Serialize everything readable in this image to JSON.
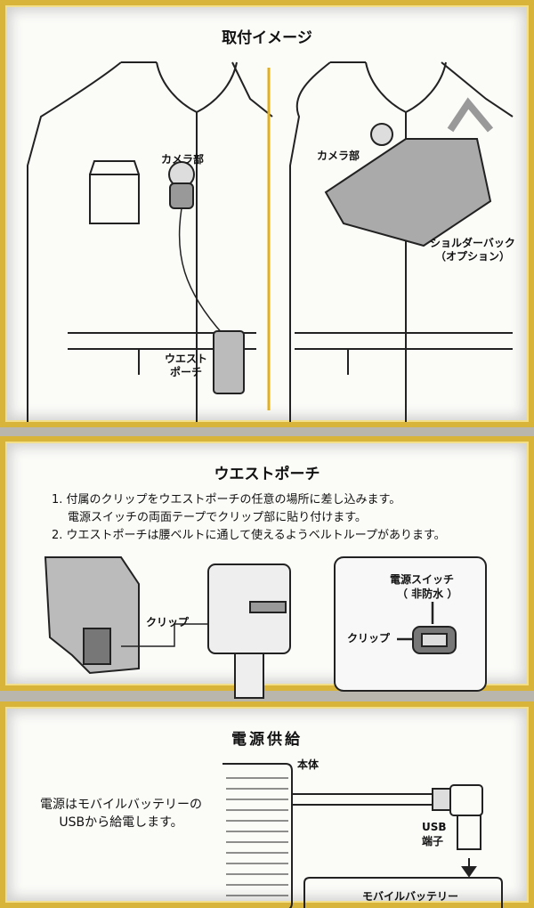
{
  "install": {
    "title": "取付イメージ",
    "camera_label_left": "カメラ部",
    "camera_label_right": "カメラ部",
    "waist_pouch_label": "ウエスト\nポーチ",
    "shoulder_bag_label": "ショルダーバック",
    "shoulder_bag_note": "（オプション）"
  },
  "waist_pouch": {
    "title": "ウエストポーチ",
    "steps": [
      {
        "num": "1.",
        "line1": "付属のクリップをウエストポーチの任意の場所に差し込みます。",
        "line2": "電源スイッチの両面テープでクリップ部に貼り付けます。"
      },
      {
        "num": "2.",
        "line1": "ウエストポーチは腰ベルトに通して使えるようベルトループがあります。"
      }
    ],
    "clip_label_1": "クリップ",
    "clip_label_2": "クリップ",
    "power_switch_label": "電源スイッチ",
    "waterproof_note": "（ 非防水 ）"
  },
  "power": {
    "title": "電源供給",
    "description_line1": "電源はモバイルバッテリーの",
    "description_line2": "USBから給電します。",
    "body_label": "本体",
    "usb_label_1": "USB",
    "usb_label_2": "端子",
    "battery_label": "モバイルバッテリー"
  },
  "colors": {
    "frame": "#d9b43a",
    "divider": "#d8b030"
  }
}
